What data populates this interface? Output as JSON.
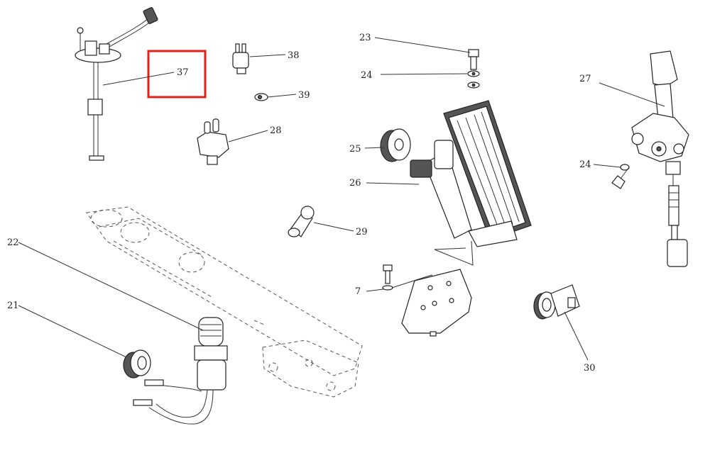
{
  "diagram": {
    "labels": {
      "n37": "37",
      "n38": "38",
      "n39": "39",
      "n28": "28",
      "n23": "23",
      "n24a": "24",
      "n25": "25",
      "n26": "26",
      "n27": "27",
      "n24b": "24",
      "n29": "29",
      "n22": "22",
      "n21": "21",
      "n7": "7",
      "n30": "30"
    },
    "highlight_color": "#e0201b"
  }
}
